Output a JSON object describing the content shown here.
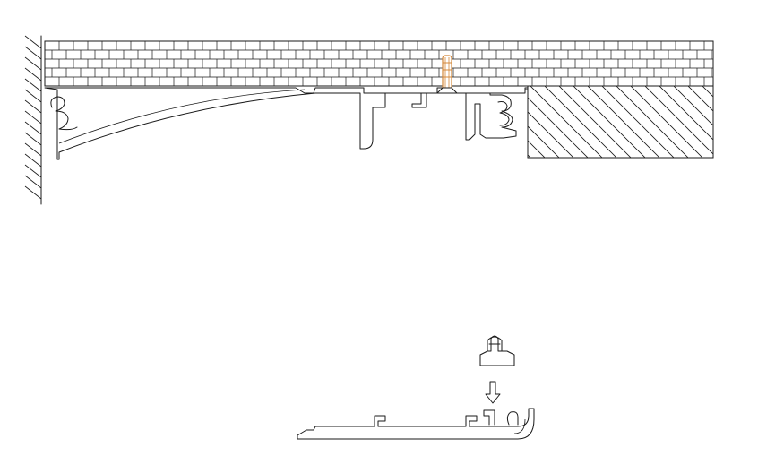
{
  "figure": {
    "kind": "technical-cross-section",
    "components": {
      "ceiling": "brick-pattern-slab",
      "wall": "hatched-wall",
      "beam": "hatched-block",
      "main_profile": "curved-curtain-track-profile",
      "screw": "orange-anchor-screw",
      "cover_profile": "flat-cover-profile-with-rounded-end",
      "clip": "snap-clip",
      "arrow": "down-arrow"
    },
    "colors": {
      "line": "#1a1a1a",
      "screw": "#d4883a",
      "background": "#ffffff"
    }
  }
}
